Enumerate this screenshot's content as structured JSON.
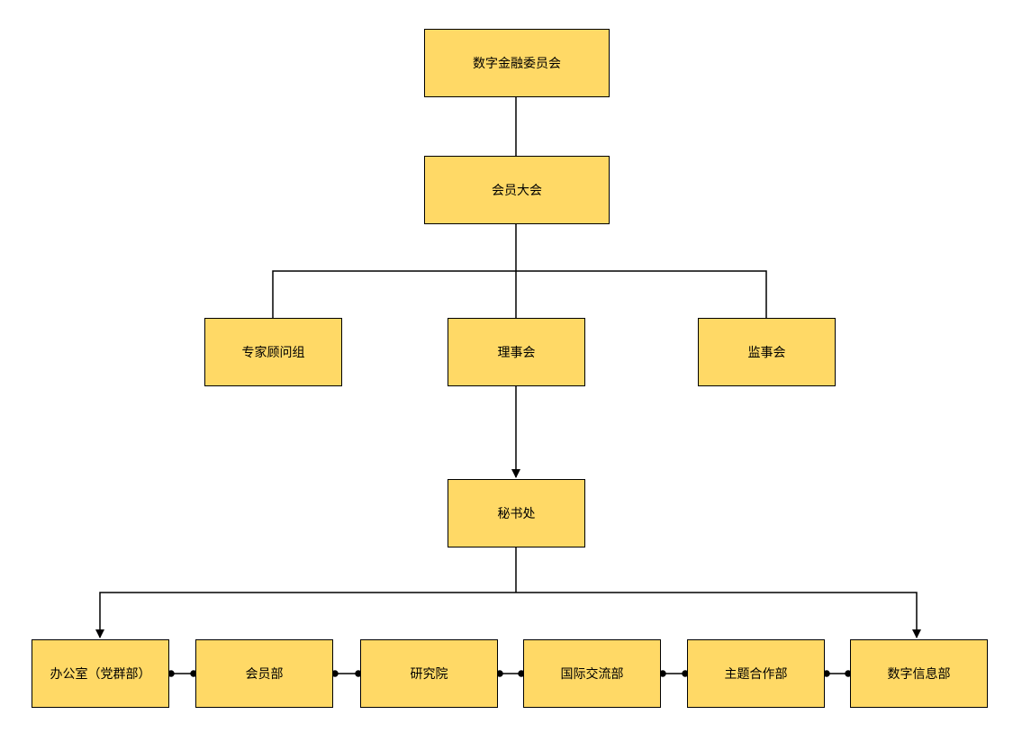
{
  "colors": {
    "box_fill": "#FFD966",
    "box_border": "#000000",
    "line": "#000000"
  },
  "nodes": {
    "committee": "数字金融委员会",
    "assembly": "会员大会",
    "expert_group": "专家顾问组",
    "council": "理事会",
    "supervisory_board": "监事会",
    "secretariat": "秘书处",
    "departments": [
      "办公室（党群部）",
      "会员部",
      "研究院",
      "国际交流部",
      "主题合作部",
      "数字信息部"
    ]
  }
}
